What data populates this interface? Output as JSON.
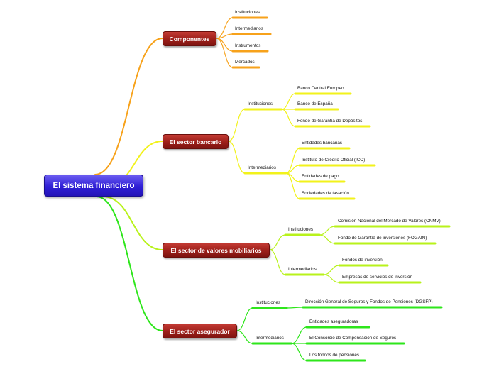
{
  "central": "El sistema financiero",
  "branches": [
    {
      "label": "Componentes",
      "color": "#f7a21b",
      "items": [
        "Instituciones",
        "Intermediarios",
        "Instrumentos",
        "Mercados"
      ]
    },
    {
      "label": "El sector bancario",
      "color": "#f2f21b",
      "groups": [
        {
          "label": "Instituciones",
          "items": [
            "Banco Central Europeo",
            "Banco de España",
            "Fondo de Garantía de Depósitos"
          ]
        },
        {
          "label": "Intermediarios",
          "items": [
            "Entidades bancarias",
            "Instituto de Crédito Oficial (ICO)",
            "Entidades de pago",
            "Sociedades de tasación"
          ]
        }
      ]
    },
    {
      "label": "El sector de valores mobiliarios",
      "color": "#b8f21b",
      "groups": [
        {
          "label": "Instituciones",
          "items": [
            "Comisión Nacional del Mercado de Valores (CNMV)",
            "Fondo de Garantía de inversiones (FOGAIN)"
          ]
        },
        {
          "label": "Intermediarios",
          "items": [
            "Fondos de inversión",
            "Empresas de servicios de inversión"
          ]
        }
      ]
    },
    {
      "label": "El sector asegurador",
      "color": "#2ee61b",
      "groups": [
        {
          "label": "Instituciones",
          "items": [
            "Dirección General de Seguros y Fondos de Pensiones (DGSFP)"
          ]
        },
        {
          "label": "Intermediarios",
          "items": [
            "Entidades aseguradoras",
            "El Consorcio de Compensación de Seguros",
            "Los fondos de pensiones"
          ]
        }
      ]
    }
  ]
}
